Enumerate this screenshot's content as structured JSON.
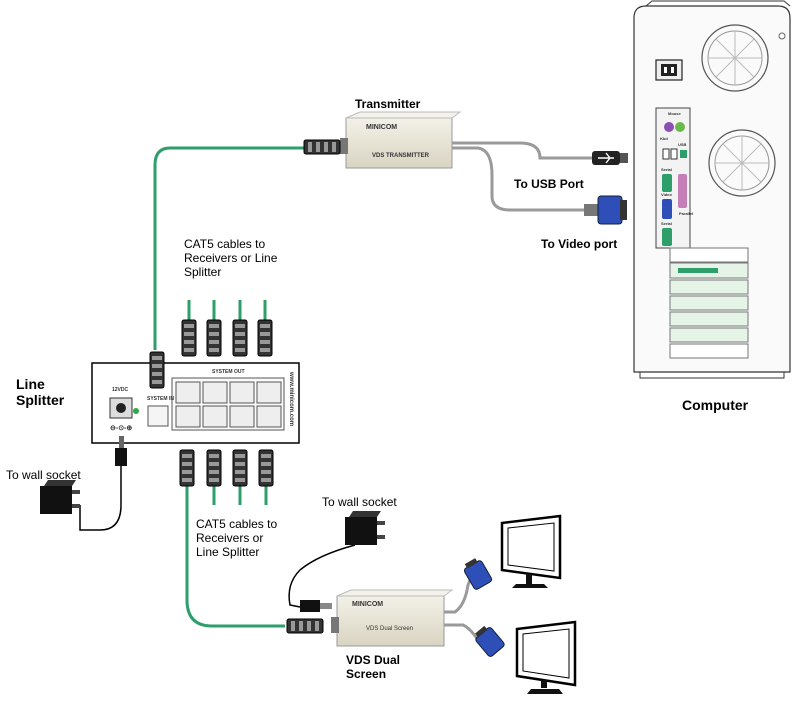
{
  "transmitter": {
    "title": "Transmitter",
    "brand": "MINICOM",
    "model": "VDS TRANSMITTER"
  },
  "ports": {
    "usb": "To USB Port",
    "video": "To Video port"
  },
  "computer": {
    "title": "Computer",
    "port_labels": [
      "Mouse",
      "Kbd",
      "USB",
      "Serial",
      "Parallel",
      "Video",
      "Serial"
    ]
  },
  "splitter": {
    "title": "Line\nSplitter",
    "power_label": "12VDC",
    "system_in": "SYSTEM IN",
    "system_out": "SYSTEM OUT",
    "url": "www.minicom.com",
    "polarity": "⊖-⊙-⊕"
  },
  "cat5_top": "CAT5 cables to\nReceivers or Line\nSplitter",
  "cat5_bottom": "CAT5 cables to\nReceivers or\nLine Splitter",
  "wall_socket_left": "To wall socket",
  "wall_socket_right": "To wall socket",
  "dual": {
    "title": "VDS Dual\nScreen",
    "brand": "MINICOM",
    "model": "VDS Dual Screen"
  },
  "colors": {
    "cable_green": "#2e9e6b",
    "cable_gray": "#9a9a9a",
    "device_beige": "#e9e5d6",
    "connector_blue": "#2f4fb8"
  }
}
